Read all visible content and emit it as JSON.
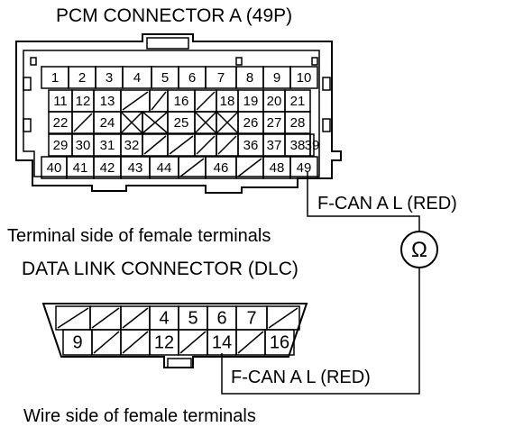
{
  "titles": {
    "pcm_connector": "PCM CONNECTOR A (49P)",
    "pcm_side": "Terminal side of female terminals",
    "dlc_connector": "DATA LINK CONNECTOR (DLC)",
    "dlc_side": "Wire side of female terminals"
  },
  "wires": {
    "pcm_wire_label": "F-CAN A L (RED)",
    "dlc_wire_label": "F-CAN A L (RED)"
  },
  "meter": {
    "symbol": "Ω",
    "icon": "ohmmeter-icon"
  },
  "pcm_rows": [
    [
      "1",
      "2",
      "3",
      "4",
      "5",
      "6",
      "7",
      "8",
      "9",
      "10"
    ],
    [
      "11",
      "12",
      "13",
      "/",
      "/",
      "16",
      "/",
      "18",
      "19",
      "20",
      "21"
    ],
    [
      "22",
      "/",
      "24",
      "X",
      "X",
      "25",
      "X",
      "X",
      "26",
      "27",
      "28"
    ],
    [
      "29",
      "30",
      "31",
      "32",
      "/",
      "/",
      "/",
      "/",
      "36",
      "37",
      "38",
      "39"
    ],
    [
      "40",
      "41",
      "42",
      "43",
      "44",
      "/",
      "46",
      "/",
      "48",
      "49"
    ]
  ],
  "dlc_rows": [
    [
      "/",
      "/",
      "/",
      "4",
      "5",
      "6",
      "7",
      "/"
    ],
    [
      "9",
      "/",
      "/",
      "12",
      "/",
      "14",
      "/",
      "16"
    ]
  ],
  "highlight": {
    "pcm_pin": "49",
    "dlc_pin": "14"
  }
}
